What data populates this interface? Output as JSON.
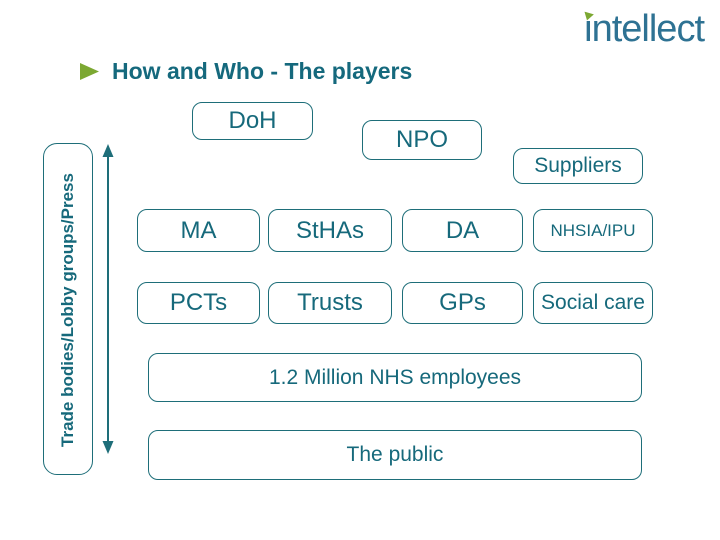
{
  "logo": {
    "text": "intellect"
  },
  "title": {
    "text": "How and Who - The players"
  },
  "sidebar": {
    "label": "Trade bodies/Lobby groups/Press"
  },
  "diagram": {
    "top_boxes": {
      "doh": "DoH",
      "npo": "NPO",
      "suppliers": "Suppliers"
    },
    "row1": [
      "MA",
      "StHAs",
      "DA",
      "NHSIA/IPU"
    ],
    "row2": [
      "PCTs",
      "Trusts",
      "GPs",
      "Social care"
    ],
    "wide_boxes": [
      "1.2 Million NHS employees",
      "The public"
    ]
  },
  "colors": {
    "teal_text": "#16697b",
    "teal_border": "#1e6e79",
    "logo_blue": "#2e7293",
    "accent_green": "#7ca832",
    "background": "#ffffff"
  }
}
